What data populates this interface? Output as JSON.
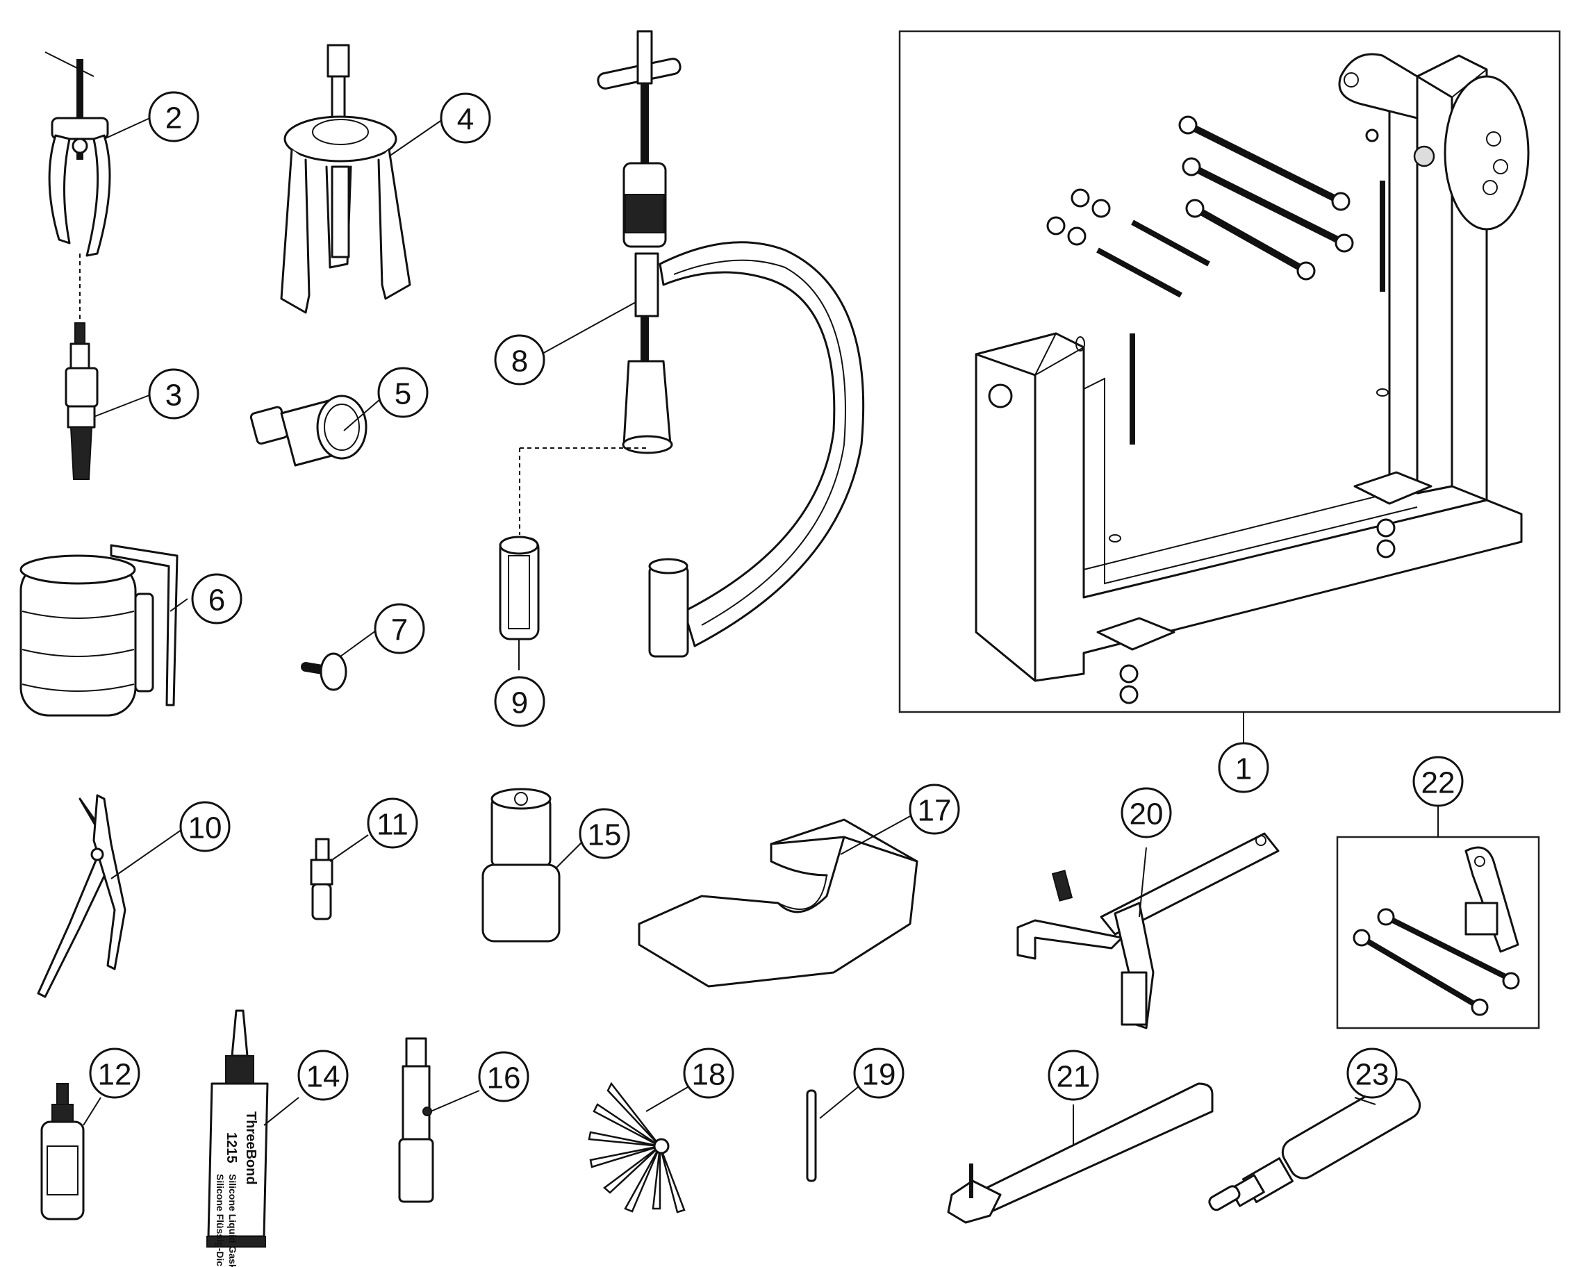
{
  "callouts": {
    "c1": "1",
    "c2": "2",
    "c3": "3",
    "c4": "4",
    "c5": "5",
    "c6": "6",
    "c7": "7",
    "c8": "8",
    "c9": "9",
    "c10": "10",
    "c11": "11",
    "c12": "12",
    "c14": "14",
    "c15": "15",
    "c16": "16",
    "c17": "17",
    "c18": "18",
    "c19": "19",
    "c20": "20",
    "c21": "21",
    "c22": "22",
    "c23": "23"
  },
  "tube_label": {
    "brand": "ThreeBond",
    "code": "1215",
    "desc1": "Silicone Liquid Gasket",
    "desc2": "Silicone Flüssig-Dichtung"
  }
}
